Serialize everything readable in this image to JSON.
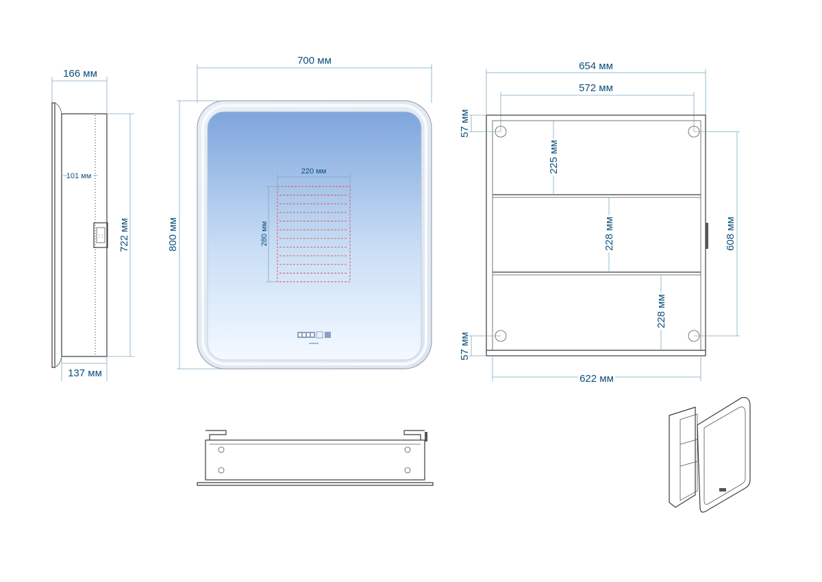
{
  "side_view": {
    "width_top": "166 мм",
    "width_bottom": "137 мм",
    "inner_depth": "101 мм",
    "height": "722 мм"
  },
  "front_view": {
    "width": "700 мм",
    "height": "800 мм",
    "heater_width": "220 мм",
    "heater_height": "280 мм"
  },
  "interior_view": {
    "outer_width": "654 мм",
    "mount_spacing": "572 мм",
    "top_offset": "57 мм",
    "bottom_offset": "57 мм",
    "shelf_1": "225 мм",
    "shelf_2": "228 мм",
    "shelf_3": "228 мм",
    "mount_height": "608 мм",
    "bottom_width": "622 мм"
  },
  "colors": {
    "dimension_text": "#0b4f7a",
    "dimension_line": "#7ba7c2",
    "mirror_top": "#7ea5dc",
    "mirror_bottom": "#f4f9ff",
    "heater_outline": "#d9534f"
  }
}
